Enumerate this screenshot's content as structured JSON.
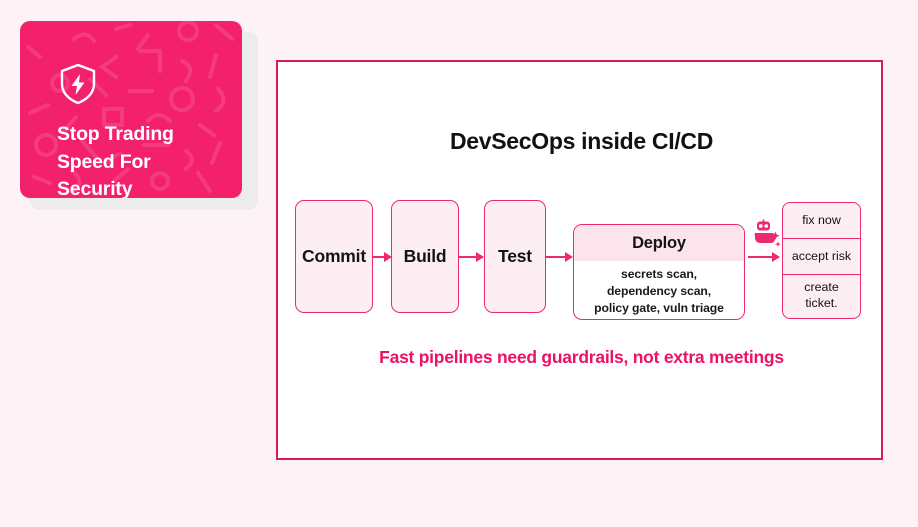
{
  "promo": {
    "icon": "shield-bolt-icon",
    "title": "Stop Trading\nSpeed For\nSecurity",
    "background_color": "#f3206b",
    "text_color": "#ffffff"
  },
  "panel": {
    "title": "DevSecOps inside CI/CD",
    "border_color": "#d81b60",
    "background_color": "#ffffff",
    "tagline": "Fast pipelines need guardrails, not extra meetings",
    "tagline_color": "#ed1164"
  },
  "pipeline": {
    "accent_color": "#ec2a72",
    "stage_fill": "#fdeef3",
    "stages": [
      {
        "label": "Commit"
      },
      {
        "label": "Build"
      },
      {
        "label": "Test"
      }
    ],
    "deploy": {
      "label": "Deploy",
      "header_fill": "#fce4ec",
      "details": [
        "secrets scan,",
        "dependency scan,",
        "policy gate, vuln triage"
      ]
    },
    "robot_icon": "robot-sparkle-icon",
    "decisions": [
      {
        "label": "fix now"
      },
      {
        "label": "accept risk"
      },
      {
        "label": "create\nticket."
      }
    ]
  },
  "page": {
    "background_color": "#fdf2f6"
  }
}
